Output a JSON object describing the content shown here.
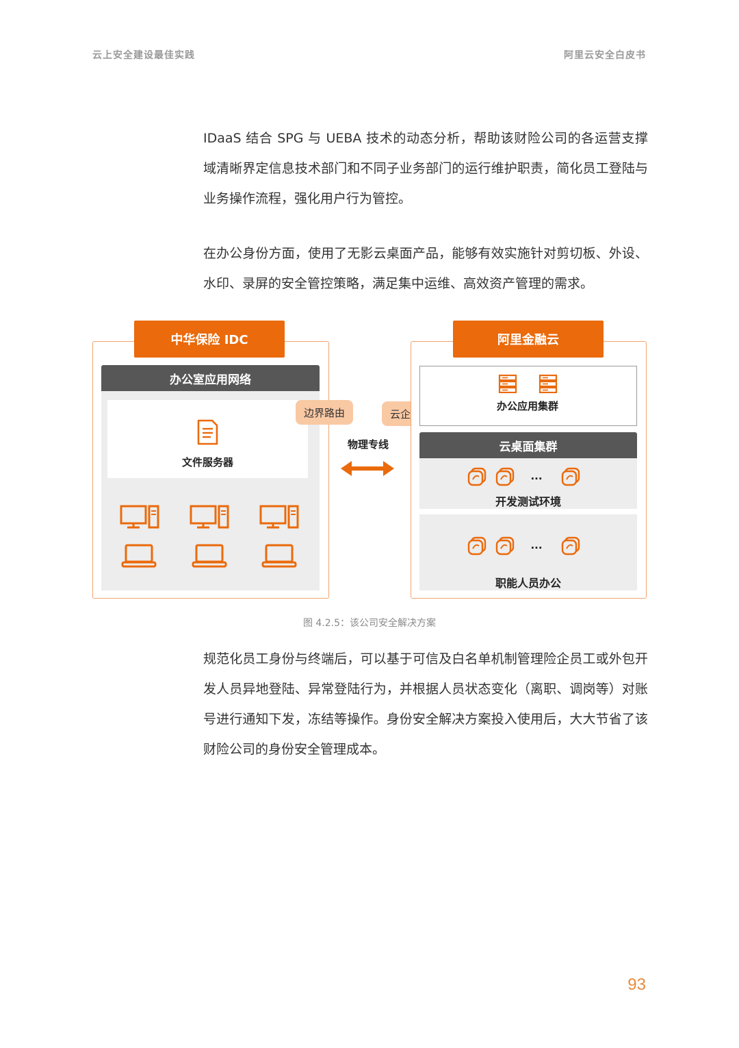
{
  "header": {
    "left": "云上安全建设最佳实践",
    "right": "阿里云安全白皮书"
  },
  "paragraphs": [
    "IDaaS 结合 SPG 与 UEBA 技术的动态分析，帮助该财险公司的各运营支撑域清晰界定信息技术部门和不同子业务部门的运行维护职责，简化员工登陆与业务操作流程，强化用户行为管控。",
    "在办公身份方面，使用了无影云桌面产品，能够有效实施针对剪切板、外设、水印、录屏的安全管控策略，满足集中运维、高效资产管理的需求。"
  ],
  "diagram": {
    "left_title": "中华保险 IDC",
    "left_network": "办公室应用网络",
    "file_server": "文件服务器",
    "edge_router": "边界路由",
    "link_label": "物理专线",
    "cen_label": "云企业网",
    "right_title": "阿里金融云",
    "office_cluster": "办公应用集群",
    "desktop_cluster": "云桌面集群",
    "dev_env": "开发测试环境",
    "staff_office": "职能人员办公",
    "ellipsis": "...",
    "accent": "#ea6a0c",
    "icons": [
      "document-icon",
      "desktop-computer-icon",
      "laptop-icon",
      "server-icon",
      "cloud-desktop-icon",
      "bidirectional-arrow-icon"
    ]
  },
  "caption": "图 4.2.5：该公司安全解决方案",
  "closing_paragraph": "规范化员工身份与终端后，可以基于可信及白名单机制管理险企员工或外包开发人员异地登陆、异常登陆行为，并根据人员状态变化（离职、调岗等）对账号进行通知下发，冻结等操作。身份安全解决方案投入使用后，大大节省了该财险公司的身份安全管理成本。",
  "page_number": "93"
}
